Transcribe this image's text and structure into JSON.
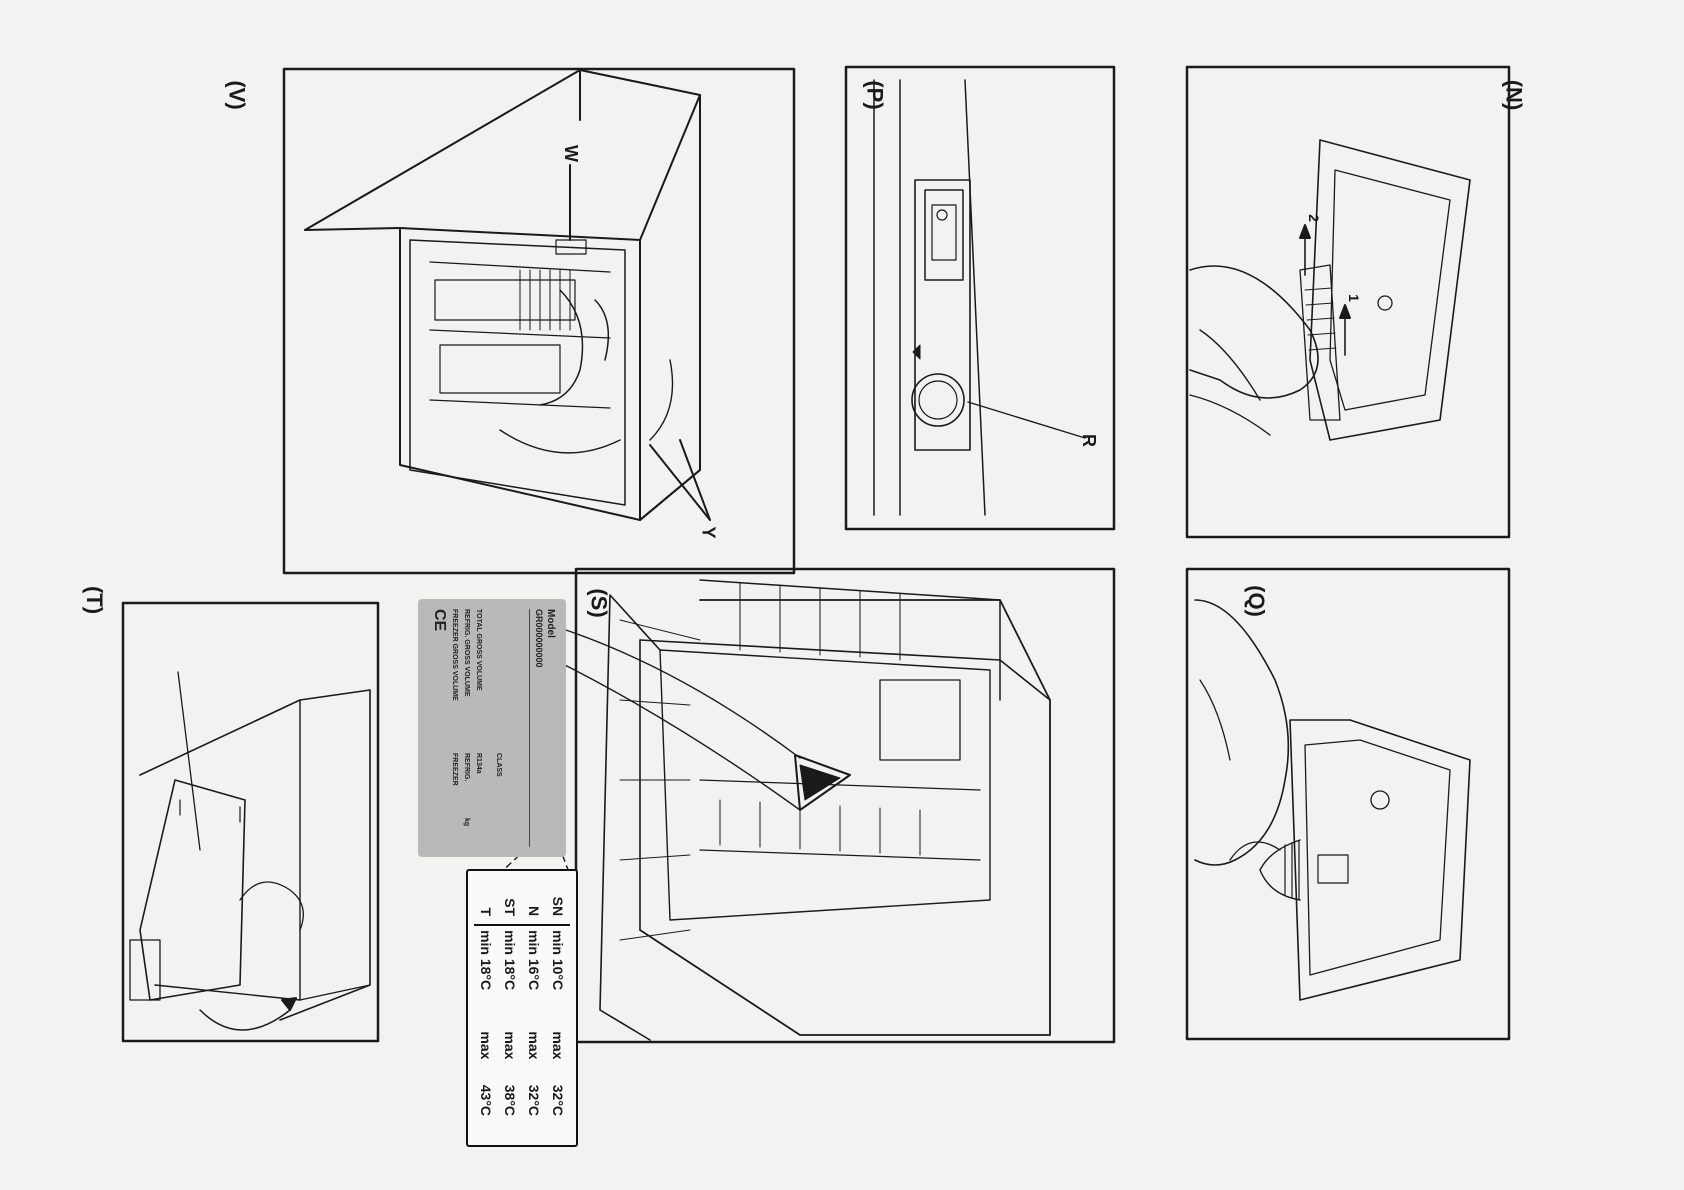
{
  "panels": [
    {
      "id": "N",
      "label": "(N)"
    },
    {
      "id": "P",
      "label": "(P)"
    },
    {
      "id": "V",
      "label": "(V)"
    },
    {
      "id": "Q",
      "label": "(Q)"
    },
    {
      "id": "S",
      "label": "(S)"
    },
    {
      "id": "T",
      "label": "(T)"
    }
  ],
  "callouts": {
    "R": "R",
    "W": "W",
    "Y": "Y",
    "step1": "1",
    "step2": "2"
  },
  "rating_plate": {
    "title": "Model",
    "code": "GR000000000",
    "total_volume": "TOTAL GROSS VOLUME",
    "net_volume": "REFRIG. GROSS VOLUME",
    "freezer_volume": "FREEZER GROSS VOLUME",
    "class": "CLASS",
    "refrigerant": "R134a",
    "refrig": "REFRIG.",
    "freezer": "FREEZER",
    "unit": "kg",
    "ce": "CE"
  },
  "climate_table": {
    "rows": [
      {
        "cls": "SN",
        "min": "min 10°C",
        "max": "max",
        "max_val": "32°C"
      },
      {
        "cls": "N",
        "min": "min 16°C",
        "max": "max",
        "max_val": "32°C"
      },
      {
        "cls": "ST",
        "min": "min 18°C",
        "max": "max",
        "max_val": "38°C"
      },
      {
        "cls": "T",
        "min": "min 18°C",
        "max": "max",
        "max_val": "43°C"
      }
    ]
  }
}
